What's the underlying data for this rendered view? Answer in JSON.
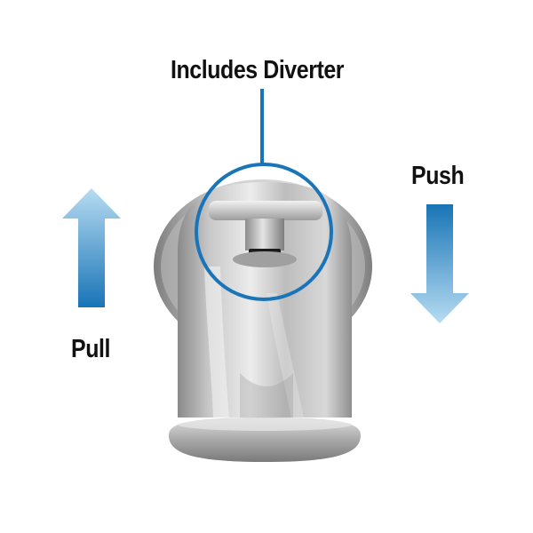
{
  "callout": {
    "text": "Includes Diverter"
  },
  "actions": {
    "push_label": "Push",
    "pull_label": "Pull"
  },
  "colors": {
    "callout_blue": "#1a75b8",
    "arrow_top": "#b7dcf2",
    "arrow_bottom": "#1874b6",
    "metal_light": "#e9e9e9",
    "metal_dark": "#8c8c8c",
    "text": "#111111"
  },
  "icons": {
    "up": "up-arrow-icon",
    "down": "down-arrow-icon",
    "spout": "tub-spout-image"
  }
}
